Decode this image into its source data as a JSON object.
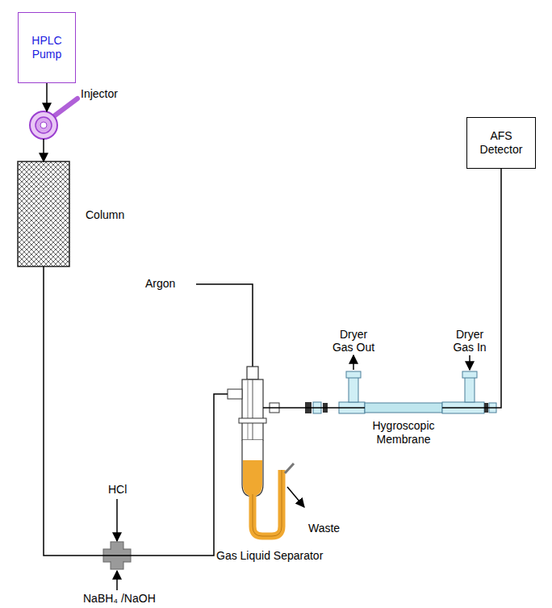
{
  "diagram": {
    "nodes": [
      {
        "text": [
          "HPLC Pump"
        ]
      },
      {
        "text": [
          "Injector"
        ]
      },
      {
        "text": [
          "Column"
        ]
      },
      {
        "text": [
          "Gas Liquid Separator"
        ]
      },
      {
        "text": [
          "Hygroscopic Membrane"
        ]
      },
      {
        "text": [
          "AFS Detector"
        ]
      }
    ],
    "edges": [
      {
        "from": 0,
        "to": 1,
        "arrow": "to"
      },
      {
        "from": 1,
        "to": 2,
        "arrow": "to"
      },
      {
        "from": 2,
        "to": 3,
        "arrow": "none"
      },
      {
        "from": 3,
        "to": 4,
        "arrow": "none"
      },
      {
        "from": 4,
        "to": 5,
        "arrow": "none"
      }
    ],
    "labels": [
      "Argon",
      "HCl",
      "NaBH₄ /NaOH",
      "Dryer Gas Out",
      "Dryer Gas In",
      "Waste"
    ]
  }
}
